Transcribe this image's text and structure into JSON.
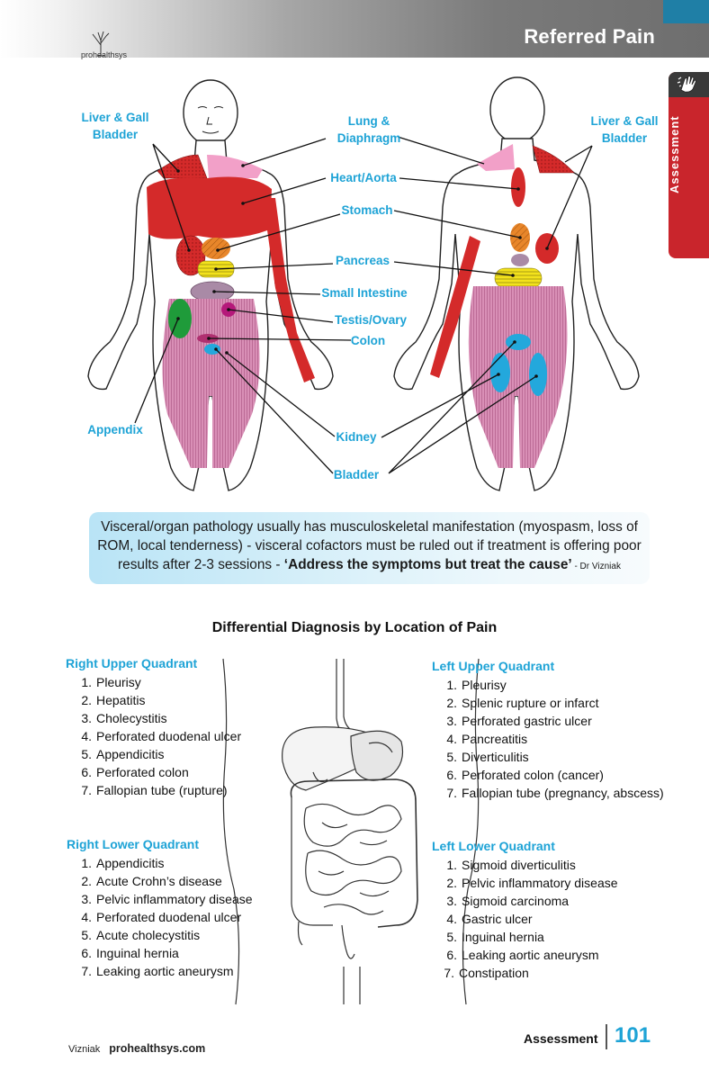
{
  "header": {
    "brand": "prohealthsys",
    "title": "Referred Pain"
  },
  "side_tab": {
    "label": "Assessment",
    "icon": "hand-icon"
  },
  "diagram_labels": {
    "liver_front": "Liver & Gall Bladder",
    "lung": "Lung & Diaphragm",
    "liver_back": "Liver & Gall Bladder",
    "heart": "Heart/Aorta",
    "stomach": "Stomach",
    "pancreas": "Pancreas",
    "small_intestine": "Small Intestine",
    "testis": "Testis/Ovary",
    "colon": "Colon",
    "appendix": "Appendix",
    "kidney": "Kidney",
    "bladder": "Bladder"
  },
  "note": {
    "text": "Visceral/organ pathology usually has musculoskeletal manifestation (myospasm, loss of ROM, local tenderness) - visceral cofactors must be ruled out if treatment is offering poor results after 2-3 sessions - ",
    "quote": "‘Address the symptoms but treat the cause’",
    "attribution": " - Dr Vizniak"
  },
  "differential": {
    "title": "Differential Diagnosis by Location of Pain",
    "quadrants": {
      "ruq": {
        "title": "Right Upper Quadrant",
        "items": [
          "Pleurisy",
          "Hepatitis",
          "Cholecystitis",
          "Perforated duodenal ulcer",
          "Appendicitis",
          "Perforated colon",
          "Fallopian tube (rupture)"
        ]
      },
      "luq": {
        "title": "Left Upper Quadrant",
        "items": [
          "Pleurisy",
          "Splenic rupture or infarct",
          "Perforated gastric ulcer",
          "Pancreatitis",
          "Diverticulitis",
          "Perforated colon (cancer)",
          "Fallopian tube (pregnancy, abscess)"
        ]
      },
      "rlq": {
        "title": "Right Lower Quadrant",
        "items": [
          "Appendicitis",
          "Acute Crohn’s disease",
          "Pelvic inflammatory disease",
          "Perforated duodenal ulcer",
          "Acute cholecystitis",
          "Inguinal hernia",
          "Leaking aortic aneurysm"
        ]
      },
      "llq": {
        "title": "Left Lower Quadrant",
        "items": [
          "Sigmoid diverticulitis",
          "Pelvic inflammatory disease",
          "Sigmoid carcinoma",
          "Gastric ulcer",
          "Inguinal hernia",
          "Leaking aortic aneurysm",
          "Constipation"
        ]
      }
    }
  },
  "footer": {
    "author": "Vizniak",
    "site": "prohealthsys.com",
    "section": "Assessment",
    "page": "101"
  },
  "colors": {
    "accent_blue": "#1ea3d6",
    "tab_red": "#c9252c",
    "liver_red": "#d42a2a",
    "lung_pink": "#f2a0c8",
    "stomach_orange": "#e8862a",
    "pancreas_yellow": "#f3e21c",
    "intestine_mauve": "#a98aa6",
    "appendix_green": "#1f9b3a",
    "colon_blue": "#23a8dc",
    "bladder_pink": "#d98fb6"
  }
}
